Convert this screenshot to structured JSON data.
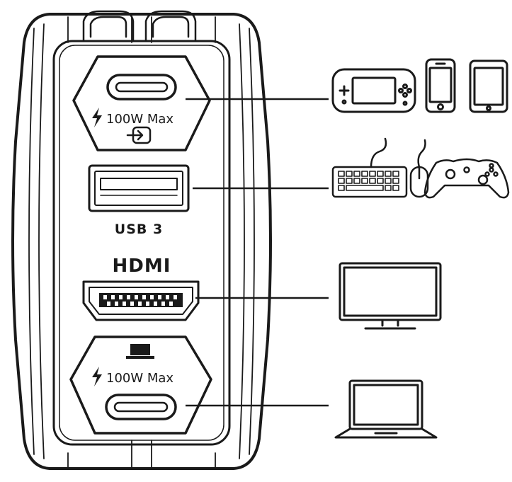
{
  "ports": {
    "usb_c_input": {
      "power_label": "100W Max"
    },
    "usb_a": {
      "label": "USB 3"
    },
    "hdmi": {
      "label": "HDMI"
    },
    "usb_c_laptop": {
      "power_label": "100W Max"
    }
  },
  "devices": {
    "row1": [
      "handheld-console-icon",
      "smartphone-icon",
      "tablet-icon"
    ],
    "row2": [
      "keyboard-icon",
      "mouse-icon",
      "gamepad-icon"
    ],
    "row3": [
      "monitor-icon"
    ],
    "row4": [
      "laptop-icon"
    ]
  },
  "colors": {
    "line": "#1a1a1a",
    "background": "#ffffff",
    "hub_fill": "#ffffff"
  }
}
